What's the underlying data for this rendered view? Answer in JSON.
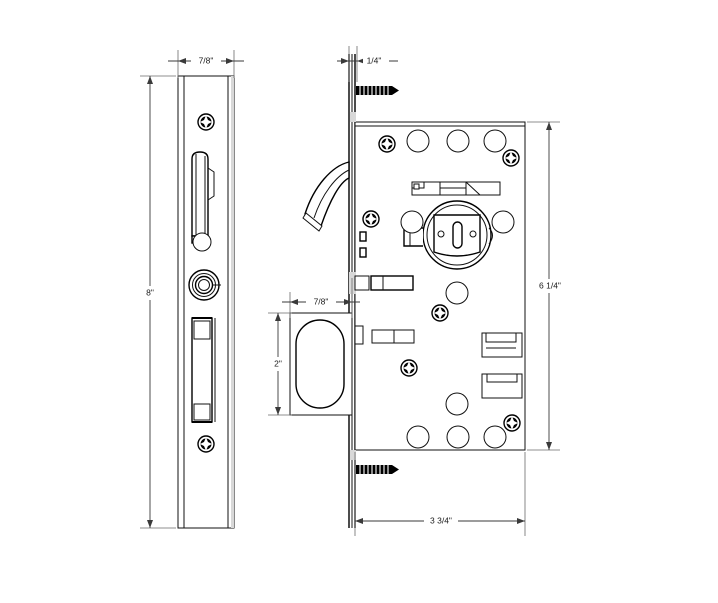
{
  "drawing": {
    "title": "Mortise Lock Body — Dimensioned Technical Drawing",
    "background_color": "#ffffff",
    "line_color": "#000000",
    "dimension_color": "#3a3a3a",
    "views": {
      "side": {
        "name": "faceplate-edge-view",
        "label": ""
      },
      "front": {
        "name": "lock-body-front-view",
        "label": ""
      }
    }
  },
  "dimensions": {
    "faceplate_width": "7/8\"",
    "faceplate_height": "8\"",
    "body_thickness_offset": "1/4\"",
    "backset_offset": "7/8\"",
    "cylinder_height": "2\"",
    "body_height": "6 1/4\"",
    "body_width": "3 3/4\""
  },
  "labels": {
    "top_left_width": "7/8\"",
    "top_right_offset": "1/4\"",
    "left_height": "8\"",
    "mid_left_offset": "7/8\"",
    "mid_left_height": "2\"",
    "right_height": "6 1/4\"",
    "bottom_width": "3 3/4\""
  },
  "components": {
    "faceplate_screws": 2,
    "body_screws": 6,
    "top_hole_row": 3,
    "bottom_hole_row": 3,
    "side_holes": 2,
    "mounting_screws": 2,
    "cylinder_keyway": "oval-keyway",
    "latch_type": "curved-latch-bolt",
    "deadbolt": "rectangular-deadbolt",
    "armor_front": "beveled-faceplate"
  }
}
